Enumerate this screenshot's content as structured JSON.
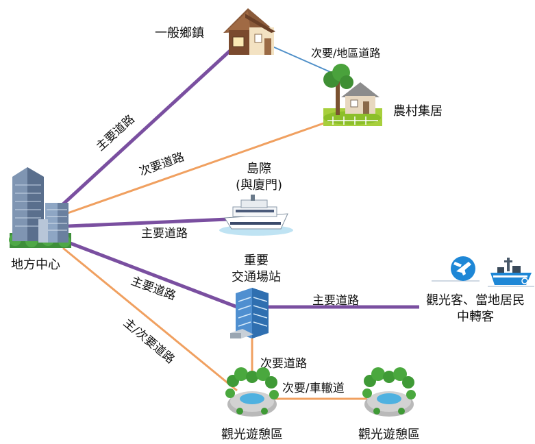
{
  "colors": {
    "primary_road": "#7a4fa0",
    "secondary_road": "#f0a060",
    "local_road": "#4f8fc8",
    "text": "#111111"
  },
  "nodes": {
    "township": {
      "label": "一般鄉鎮",
      "icon": "house-icon"
    },
    "rural_settlement": {
      "label": "農村集居",
      "icon": "farmhouse-icon"
    },
    "local_center": {
      "label": "地方中心",
      "icon": "city-skyscrapers-icon"
    },
    "island": {
      "label_line1": "島際",
      "label_line2": "(與廈門)",
      "icon": "ferry-icon"
    },
    "transport_hub": {
      "label_line1": "重要",
      "label_line2": "交通場站",
      "icon": "office-building-icon"
    },
    "travelers": {
      "label_line1": "觀光客、當地居民",
      "label_line2": "中轉客",
      "icons": [
        "airplane-icon",
        "ship-icon"
      ]
    },
    "recreation_1": {
      "label": "觀光遊憩區",
      "icon": "park-fountain-icon"
    },
    "recreation_2": {
      "label": "觀光遊憩區",
      "icon": "park-fountain-icon"
    }
  },
  "edges": {
    "center_township": "主要道路",
    "center_rural": "次要道路",
    "township_rural": "次要/地區道路",
    "center_island": "主要道路",
    "center_hub": "主要道路",
    "hub_travelers": "主要道路",
    "center_recreation": "主/次要道路",
    "hub_recreation": "次要道路",
    "recreation_recreation": "次要/車轍道"
  }
}
